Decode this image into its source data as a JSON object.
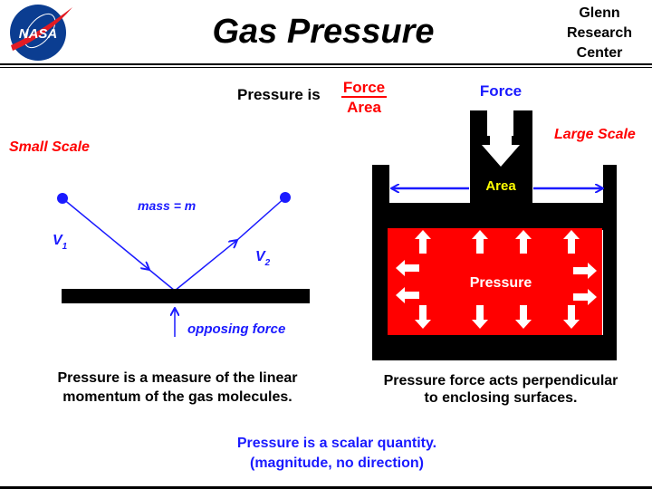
{
  "header": {
    "logo_text": "NASA",
    "title": "Gas Pressure",
    "org_lines": [
      "Glenn",
      "Research",
      "Center"
    ]
  },
  "definition": {
    "lead": "Pressure is",
    "numerator": "Force",
    "denominator": "Area"
  },
  "small_scale": {
    "label": "Small Scale",
    "mass_label": "mass = m",
    "v1": "V",
    "v1_sub": "1",
    "v2": "V",
    "v2_sub": "2",
    "opposing_force": "opposing force",
    "caption_lines": [
      "Pressure is a measure of the linear",
      "momentum of the gas molecules."
    ]
  },
  "large_scale": {
    "label": "Large Scale",
    "force_label": "Force",
    "area_label": "Area",
    "pressure_label": "Pressure",
    "caption_lines": [
      "Pressure force acts perpendicular",
      "to enclosing surfaces."
    ]
  },
  "footer": {
    "lines": [
      "Pressure is a scalar quantity.",
      "(magnitude, no direction)"
    ]
  },
  "colors": {
    "red": "#ff0000",
    "blue": "#1a1aff",
    "yellow": "#ffff00",
    "navy": "#0b3d91"
  }
}
